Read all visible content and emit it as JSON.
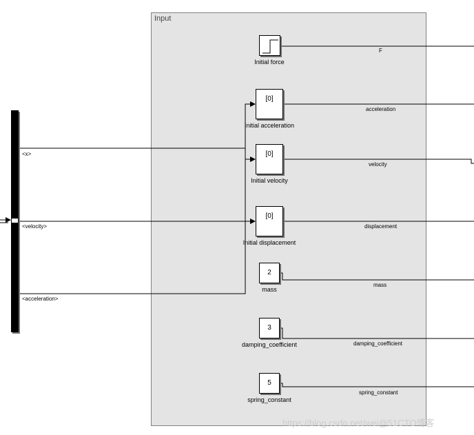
{
  "subsystem": {
    "title": "Input"
  },
  "blocks": {
    "initial_force": {
      "label": "Initial force"
    },
    "initial_acceleration": {
      "value": "[0]",
      "label": "Initial acceleration"
    },
    "initial_velocity": {
      "value": "[0]",
      "label": "Initial velocity"
    },
    "initial_displacement": {
      "value": "[0]",
      "label": "Initial displacement"
    },
    "mass": {
      "value": "2",
      "label": "mass"
    },
    "damping_coefficient": {
      "value": "3",
      "label": "damping_coefficient"
    },
    "spring_constant": {
      "value": "5",
      "label": "spring_constant"
    }
  },
  "signals": {
    "f": "F",
    "acceleration": "acceleration",
    "velocity": "velocity",
    "displacement": "displacement",
    "mass": "mass",
    "damping_coefficient": "damping_coefficient",
    "spring_constant": "spring_constant"
  },
  "bus_selector": {
    "outputs": [
      "<x>",
      "<velocity>",
      "<acceleration>"
    ]
  },
  "watermark": "https://blog.csdn.net/wei@51CTO博客"
}
